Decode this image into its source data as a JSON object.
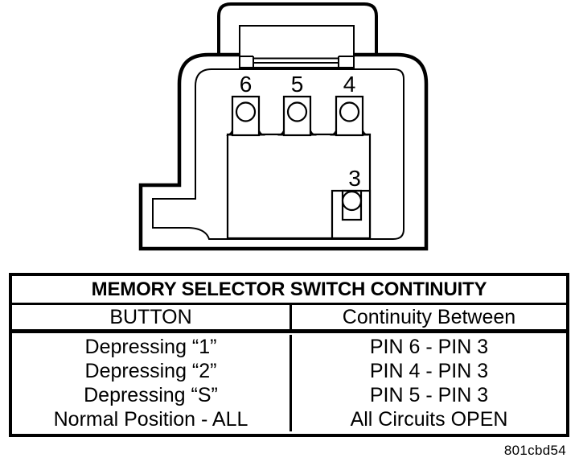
{
  "diagram": {
    "name": "memory-selector-switch-connector",
    "pin_labels": [
      {
        "id": "pin-6",
        "label": "6"
      },
      {
        "id": "pin-5",
        "label": "5"
      },
      {
        "id": "pin-4",
        "label": "4"
      },
      {
        "id": "pin-3",
        "label": "3"
      }
    ]
  },
  "table": {
    "title": "MEMORY SELECTOR SWITCH CONTINUITY",
    "columns": [
      "BUTTON",
      "Continuity Between"
    ],
    "rows": [
      {
        "button": "Depressing “1”",
        "continuity": "PIN 6 - PIN 3"
      },
      {
        "button": "Depressing “2”",
        "continuity": "PIN 4 - PIN 3"
      },
      {
        "button": "Depressing “S”",
        "continuity": "PIN 5 - PIN 3"
      },
      {
        "button": "Normal Position - ALL",
        "continuity": "All Circuits OPEN"
      }
    ]
  },
  "figure_code": "801cbd54",
  "colors": {
    "line": "#000000",
    "background": "#ffffff"
  }
}
